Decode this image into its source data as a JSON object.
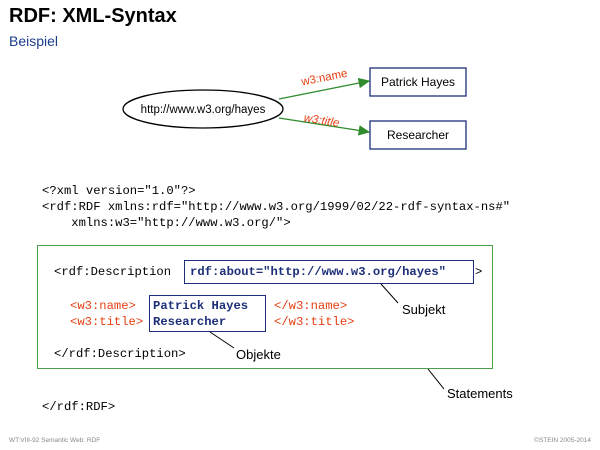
{
  "slide": {
    "title": "RDF: XML-Syntax",
    "subtitle": "Beispiel"
  },
  "graph": {
    "subject": "http://www.w3.org/hayes",
    "edges": [
      {
        "label": "w3:name",
        "target": "Patrick Hayes"
      },
      {
        "label": "w3:title",
        "target": "Researcher"
      }
    ],
    "colors": {
      "edge": "#2e8b2e",
      "edge_label": "#e53e10",
      "node_border": "#1c2f78"
    }
  },
  "code": {
    "line1": "<?xml version=\"1.0\"?>",
    "line2": "<rdf:RDF xmlns:rdf=\"http://www.w3.org/1999/02/22-rdf-syntax-ns#\"",
    "line3": "    xmlns:w3=\"http://www.w3.org/\">",
    "desc_open": "<rdf:Description",
    "about": "rdf:about=\"http://www.w3.org/hayes\"",
    "desc_gt": ">",
    "name_open": "<w3:name>",
    "name_value": "Patrick Hayes",
    "name_close": "</w3:name>",
    "title_open": "<w3:title>",
    "title_value": "Researcher",
    "title_close": "</w3:title>",
    "desc_close": "</rdf:Description>",
    "rdf_close": "</rdf:RDF>"
  },
  "callouts": {
    "subjekt": "Subjekt",
    "objekte": "Objekte",
    "statements": "Statements"
  },
  "footer": {
    "left": "WT:VIII-92    Semantic Web: RDF",
    "right": "©STEIN 2005-2014"
  }
}
